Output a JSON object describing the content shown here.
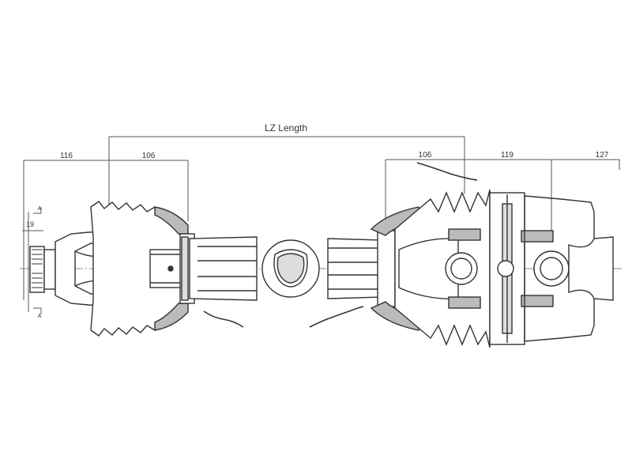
{
  "drawing": {
    "dimensions": {
      "lz_length": "LZ Length",
      "left_outer": "116",
      "left_inner": "106",
      "left_small": "19",
      "right_inner": "106",
      "right_mid": "119",
      "right_outer": "127",
      "section_mark_top": "A",
      "section_mark_bottom": "A"
    }
  }
}
